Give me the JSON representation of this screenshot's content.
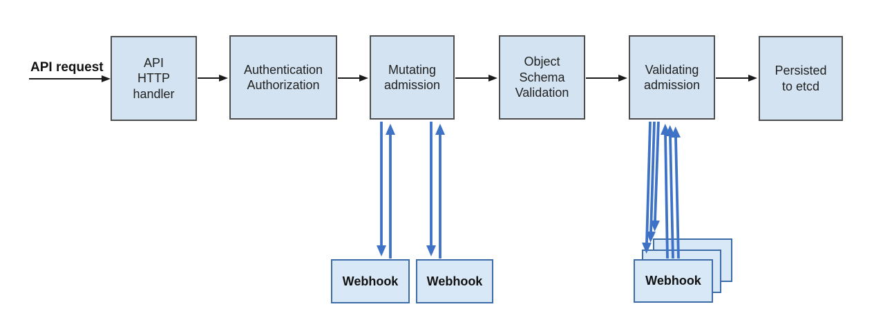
{
  "diagram": {
    "request_label": "API request",
    "nodes": [
      {
        "id": "api-http-handler",
        "label": "API\nHTTP\nhandler"
      },
      {
        "id": "authentication-authorization",
        "label": "Authentication\nAuthorization"
      },
      {
        "id": "mutating-admission",
        "label": "Mutating\nadmission"
      },
      {
        "id": "object-schema-validation",
        "label": "Object\nSchema\nValidation"
      },
      {
        "id": "validating-admission",
        "label": "Validating\nadmission"
      },
      {
        "id": "persisted-to-etcd",
        "label": "Persisted\nto etcd"
      }
    ],
    "mutating_webhooks": [
      "Webhook",
      "Webhook"
    ],
    "validating_webhook_front": "Webhook",
    "colors": {
      "box_fill": "#d3e3f1",
      "box_border": "#4d4d4d",
      "webhook_fill": "#d9e8f6",
      "webhook_border": "#3c6ca8",
      "arrow_black": "#1a1a1a",
      "arrow_blue": "#3e72c6"
    }
  }
}
